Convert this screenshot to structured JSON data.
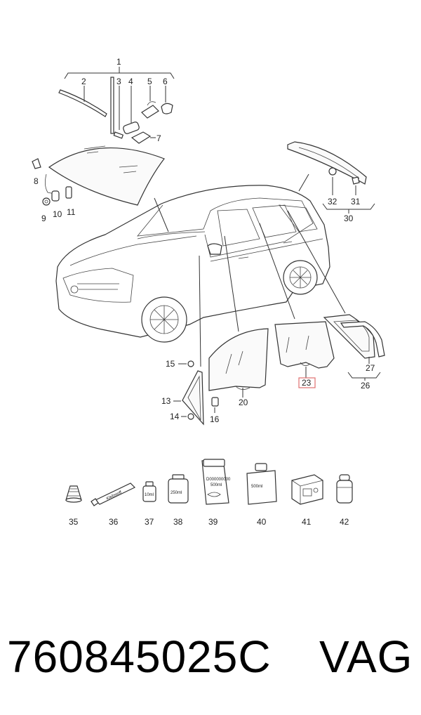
{
  "callouts": {
    "c1": "1",
    "c2": "2",
    "c3": "3",
    "c4": "4",
    "c5": "5",
    "c6": "6",
    "c7": "7",
    "c8": "8",
    "c9": "9",
    "c10": "10",
    "c11": "11",
    "c13": "13",
    "c14": "14",
    "c15": "15",
    "c16": "16",
    "c20": "20",
    "c23": "23",
    "c26": "26",
    "c27": "27",
    "c30": "30",
    "c31": "31",
    "c32": "32",
    "c35": "35",
    "c36": "36",
    "c37": "37",
    "c38": "38",
    "c39": "39",
    "c40": "40",
    "c41": "41",
    "c42": "42"
  },
  "product_labels": {
    "tube": "Klebstoff",
    "bottle_small": "10ml",
    "tin": "250ml",
    "bag": "D000000000",
    "bag_sub": "500ml",
    "canister": "500ml"
  },
  "highlight_color": "#e07070",
  "footer": {
    "part_number": "760845025C",
    "brand": "VAG"
  }
}
